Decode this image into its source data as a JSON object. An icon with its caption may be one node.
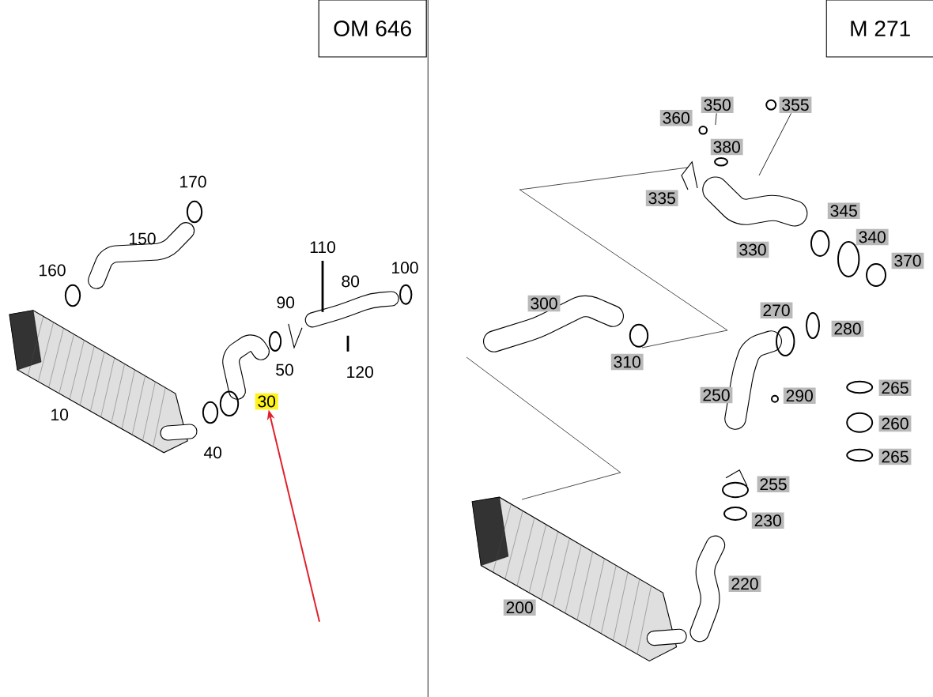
{
  "diagram": {
    "nodes": [
      {
        "text": [
          "OM 646"
        ]
      },
      {
        "text": [
          "M 271"
        ]
      },
      {
        "text": [
          "350"
        ]
      },
      {
        "text": [
          "355"
        ]
      },
      {
        "text": [
          "360"
        ]
      },
      {
        "text": [
          "380"
        ]
      },
      {
        "text": [
          "335"
        ]
      },
      {
        "text": [
          "345"
        ]
      },
      {
        "text": [
          "340"
        ]
      },
      {
        "text": [
          "330"
        ]
      },
      {
        "text": [
          "370"
        ]
      },
      {
        "text": [
          "300"
        ]
      },
      {
        "text": [
          "270"
        ]
      },
      {
        "text": [
          "280"
        ]
      },
      {
        "text": [
          "310"
        ]
      },
      {
        "text": [
          "265"
        ]
      },
      {
        "text": [
          "250"
        ]
      },
      {
        "text": [
          "290"
        ]
      },
      {
        "text": [
          "30"
        ]
      },
      {
        "text": [
          "260"
        ]
      },
      {
        "text": [
          "265"
        ]
      },
      {
        "text": [
          "255"
        ]
      },
      {
        "text": [
          "230"
        ]
      },
      {
        "text": [
          "220"
        ]
      },
      {
        "text": [
          "200"
        ]
      }
    ],
    "edges": [
      {
        "from": null,
        "to": 18,
        "arrow": "to",
        "color": "#e0202a"
      },
      {
        "from": 2,
        "to": null,
        "arrow": "none"
      },
      {
        "from": 3,
        "to": null,
        "arrow": "none"
      }
    ],
    "labels": [
      "170",
      "150",
      "160",
      "110",
      "100",
      "80",
      "90",
      "50",
      "120",
      "10",
      "40"
    ]
  }
}
